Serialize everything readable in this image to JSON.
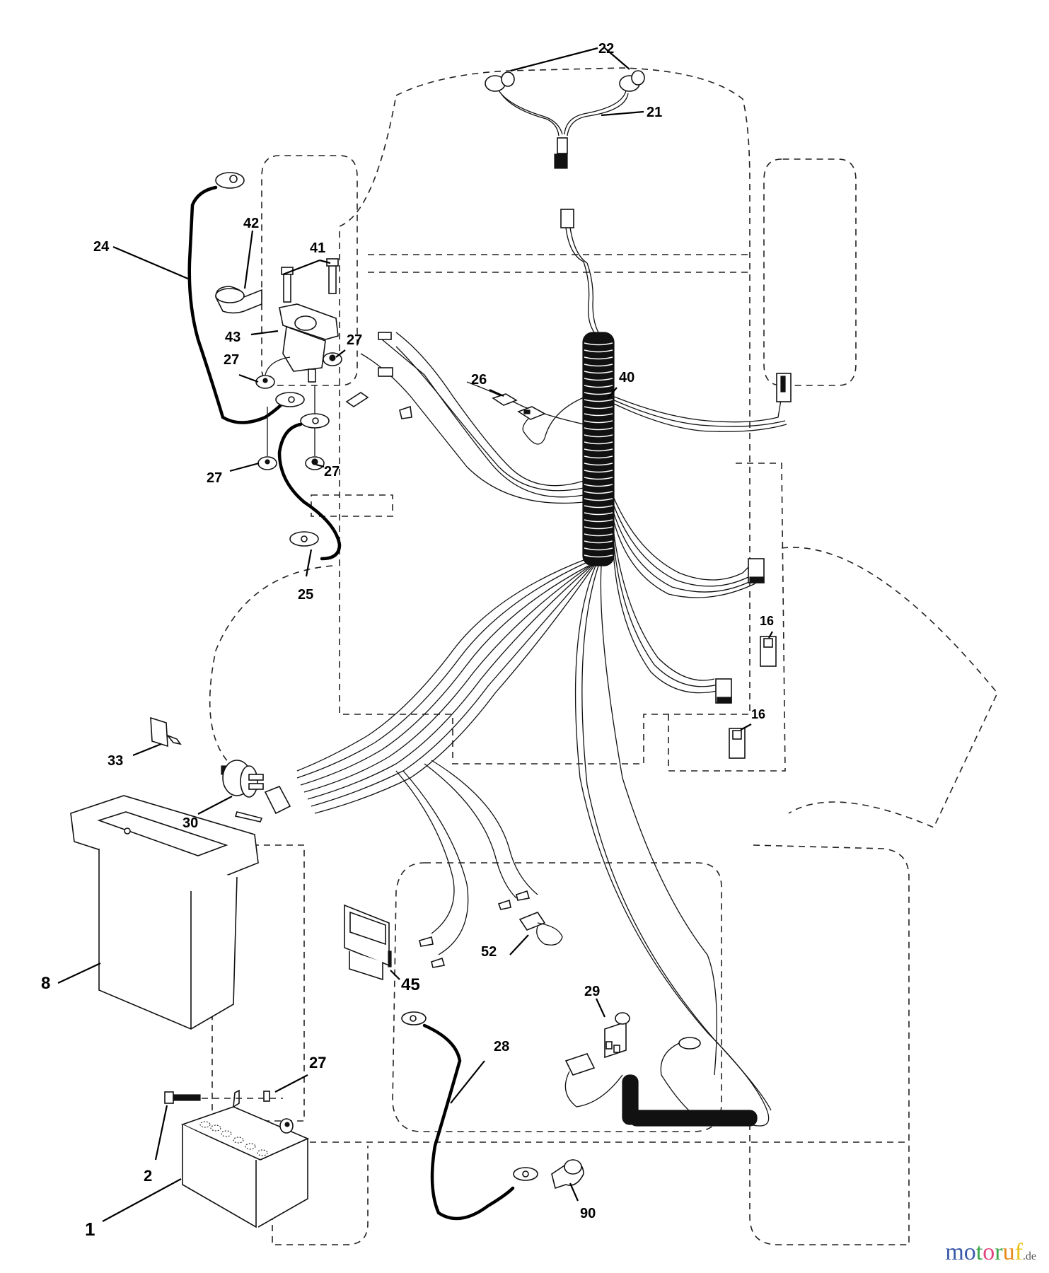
{
  "diagram": {
    "type": "exploded parts diagram - electrical wiring harness",
    "labels": [
      {
        "id": "label-22",
        "text": "22"
      },
      {
        "id": "label-21",
        "text": "21"
      },
      {
        "id": "label-24",
        "text": "24"
      },
      {
        "id": "label-42",
        "text": "42"
      },
      {
        "id": "label-41",
        "text": "41"
      },
      {
        "id": "label-43",
        "text": "43"
      },
      {
        "id": "label-27a",
        "text": "27"
      },
      {
        "id": "label-27b",
        "text": "27"
      },
      {
        "id": "label-27c",
        "text": "27"
      },
      {
        "id": "label-27d",
        "text": "27"
      },
      {
        "id": "label-27e",
        "text": "27"
      },
      {
        "id": "label-26",
        "text": "26"
      },
      {
        "id": "label-40",
        "text": "40"
      },
      {
        "id": "label-25",
        "text": "25"
      },
      {
        "id": "label-16a",
        "text": "16"
      },
      {
        "id": "label-16b",
        "text": "16"
      },
      {
        "id": "label-33",
        "text": "33"
      },
      {
        "id": "label-30",
        "text": "30"
      },
      {
        "id": "label-8",
        "text": "8"
      },
      {
        "id": "label-45",
        "text": "45"
      },
      {
        "id": "label-52",
        "text": "52"
      },
      {
        "id": "label-29",
        "text": "29"
      },
      {
        "id": "label-28",
        "text": "28"
      },
      {
        "id": "label-2",
        "text": "2"
      },
      {
        "id": "label-1",
        "text": "1"
      },
      {
        "id": "label-90",
        "text": "90"
      }
    ],
    "parts": [
      {
        "number": "1",
        "name": "battery"
      },
      {
        "number": "2",
        "name": "battery bolt"
      },
      {
        "number": "8",
        "name": "battery tray"
      },
      {
        "number": "16",
        "name": "switch connector"
      },
      {
        "number": "21",
        "name": "headlight harness"
      },
      {
        "number": "22",
        "name": "headlight bulbs"
      },
      {
        "number": "24",
        "name": "battery cable"
      },
      {
        "number": "25",
        "name": "solenoid cable"
      },
      {
        "number": "26",
        "name": "fuse"
      },
      {
        "number": "27",
        "name": "hex nut"
      },
      {
        "number": "28",
        "name": "ground cable"
      },
      {
        "number": "29",
        "name": "seat switch"
      },
      {
        "number": "30",
        "name": "ignition switch"
      },
      {
        "number": "33",
        "name": "ignition key"
      },
      {
        "number": "40",
        "name": "main wiring harness"
      },
      {
        "number": "41",
        "name": "solenoid bolts"
      },
      {
        "number": "42",
        "name": "terminal boot"
      },
      {
        "number": "43",
        "name": "starter solenoid"
      },
      {
        "number": "45",
        "name": "ammeter"
      },
      {
        "number": "52",
        "name": "lamp connector"
      },
      {
        "number": "90",
        "name": "terminal boot"
      }
    ]
  },
  "watermark": {
    "letters": [
      "m",
      "o",
      "t",
      "o",
      "r",
      "u",
      "f"
    ],
    "colors": [
      "#3b5aa8",
      "#3b5aa8",
      "#3aa64a",
      "#e0457f",
      "#3aa64a",
      "#e88a1a",
      "#e8c21a"
    ],
    "suffix": ".de"
  }
}
